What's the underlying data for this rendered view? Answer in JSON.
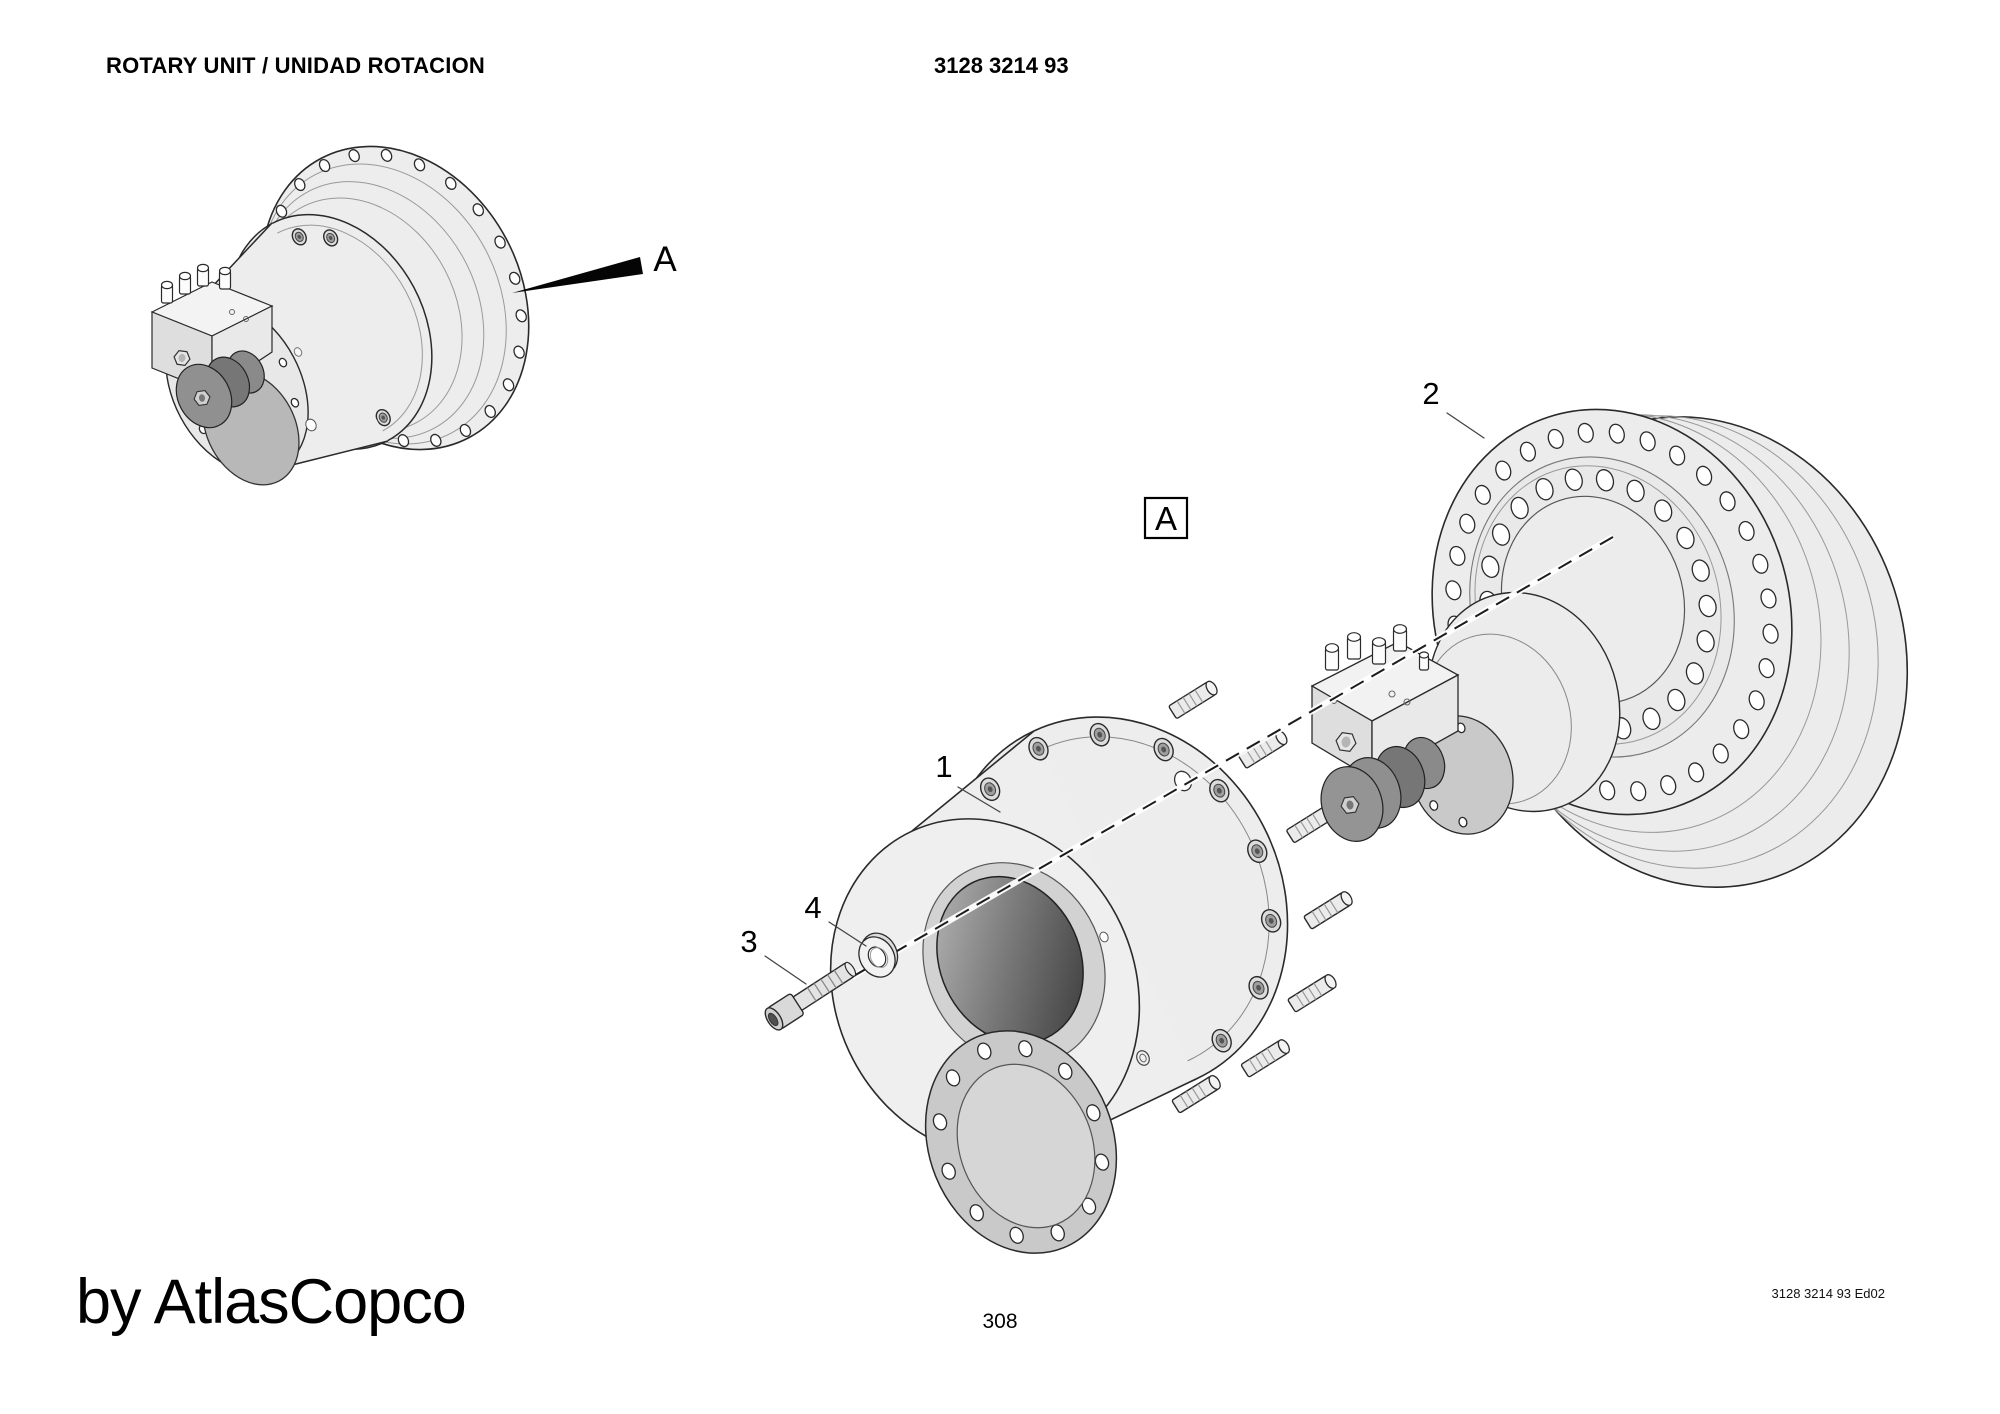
{
  "page": {
    "title": "ROTARY UNIT / UNIDAD ROTACION",
    "document_number": "3128 3214 93",
    "page_number": "308",
    "edition_ref": "3128 3214 93 Ed02",
    "watermark": "by AtlasCopco"
  },
  "diagram": {
    "detail_arrow_label": "A",
    "detail_box_label": "A",
    "callouts": [
      {
        "label": "1"
      },
      {
        "label": "2"
      },
      {
        "label": "3"
      },
      {
        "label": "4"
      }
    ]
  },
  "colors": {
    "line": "#2a2a2a",
    "fill_light": "#ededed",
    "fill_lighter": "#f3f3f3",
    "fill_mid": "#d5d5d5",
    "flange_gray": "#c9c9c9",
    "coupling_gray": "#8f8f8f",
    "bore_dark": "#3a3a3a",
    "background": "#ffffff"
  }
}
